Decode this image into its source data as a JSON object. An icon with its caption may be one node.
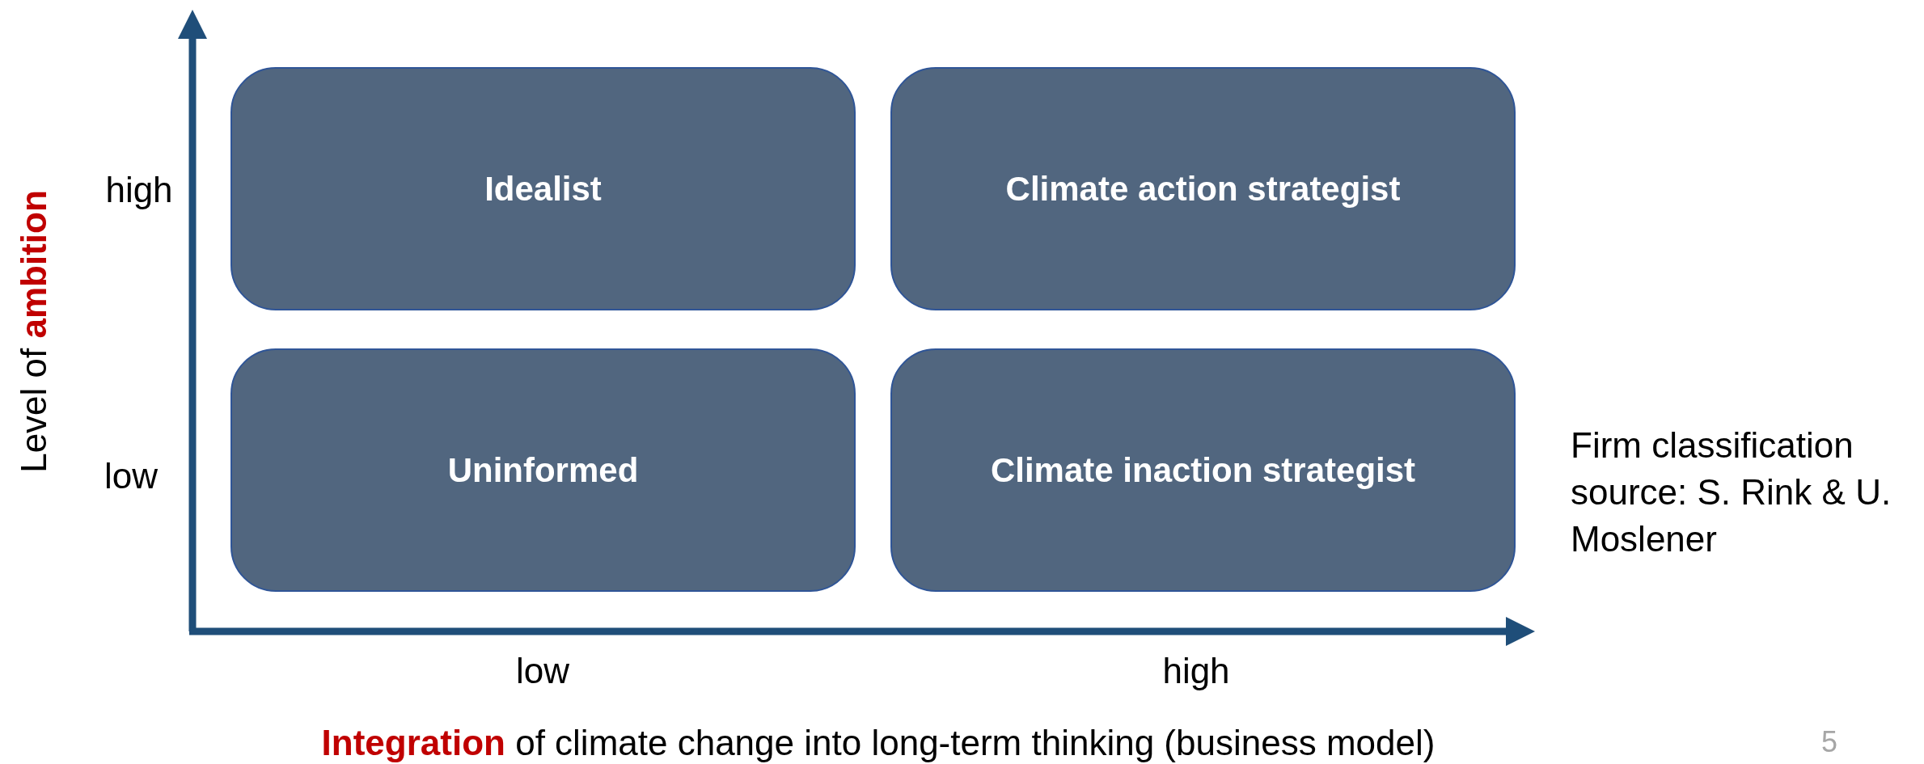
{
  "diagram": {
    "nodes": [
      {
        "text": [
          "Idealist"
        ]
      },
      {
        "text": [
          "Climate action strategist"
        ]
      },
      {
        "text": [
          "Uninformed"
        ]
      },
      {
        "text": [
          "Climate inaction strategist"
        ]
      }
    ],
    "labels": [
      "Level of **ambition**",
      "high",
      "low",
      "low",
      "high",
      "**Integration** of climate change into long-term thinking (business model)",
      "Firm classification source: S. Rink & U. Moslener",
      "5"
    ]
  }
}
